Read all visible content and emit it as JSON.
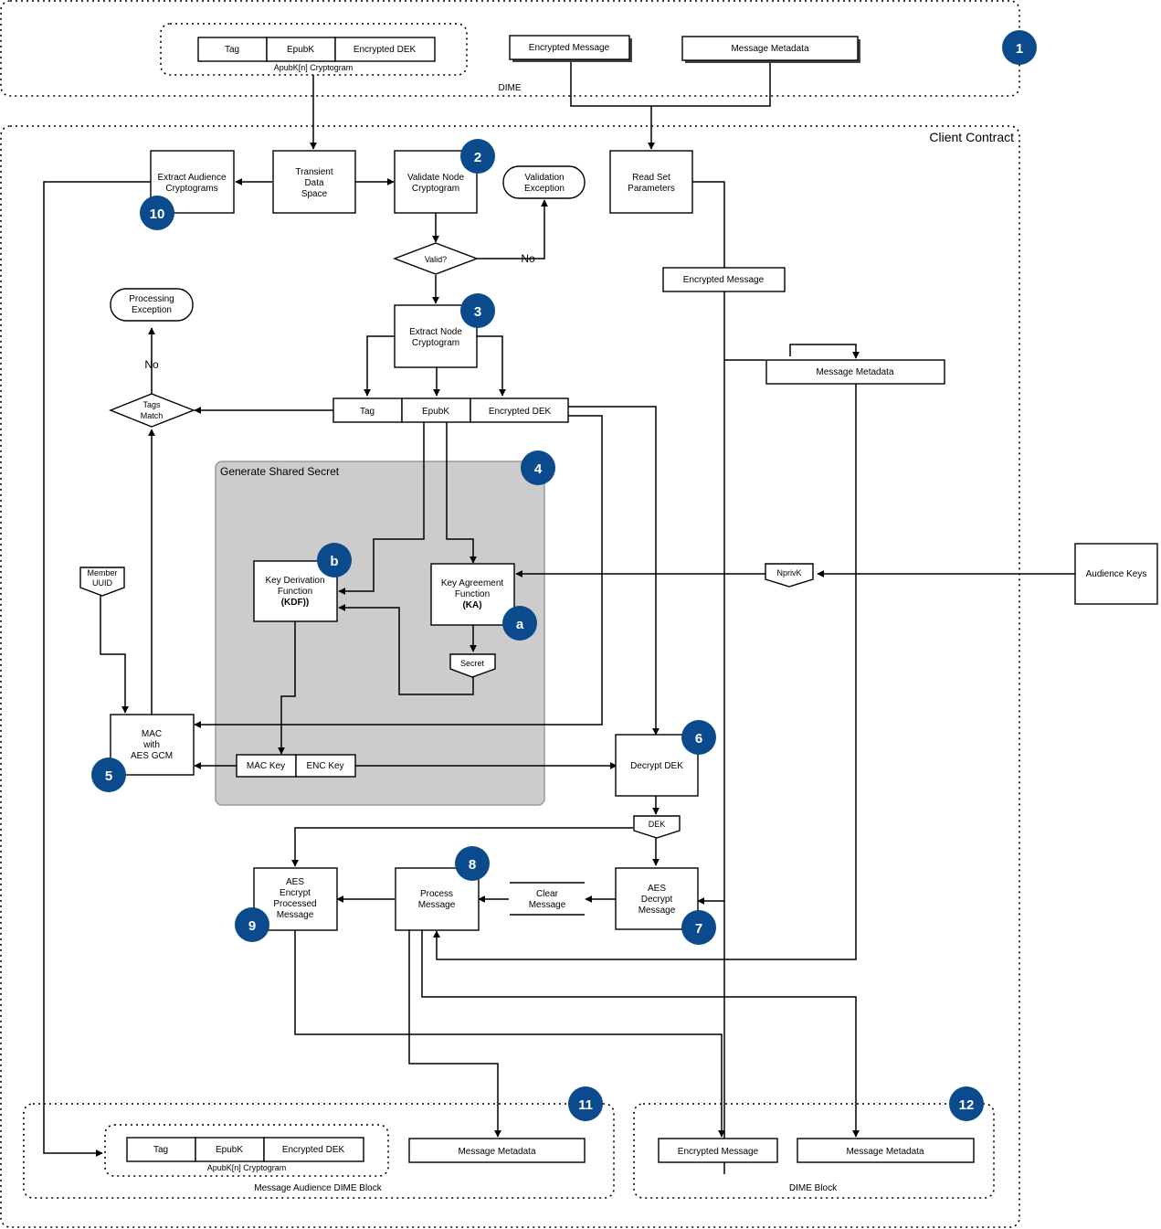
{
  "colors": {
    "badge": "#0b4a8c",
    "shared_secret_fill": "#cccccc",
    "line": "#000000"
  },
  "dime_top": {
    "label": "DIME",
    "cryptogram_fields": [
      "Tag",
      "EpubK",
      "Encrypted DEK"
    ],
    "cryptogram_caption": "ApubK[n] Cryptogram",
    "encrypted_message": "Encrypted Message",
    "message_metadata": "Message Metadata"
  },
  "client_contract": {
    "title": "Client Contract"
  },
  "nodes": {
    "extract_audience": [
      "Extract Audience",
      "Cryptograms"
    ],
    "transient": [
      "Transient",
      "Data",
      "Space"
    ],
    "validate_node": [
      "Validate Node",
      "Cryptogram"
    ],
    "validation_exception": [
      "Validation",
      "Exception"
    ],
    "read_set": [
      "Read Set",
      "Parameters"
    ],
    "valid_decision": "Valid?",
    "no_label_1": "No",
    "encrypted_message_mid": "Encrypted Message",
    "processing_exception": [
      "Processing",
      "Exception"
    ],
    "extract_node": [
      "Extract Node",
      "Cryptogram"
    ],
    "message_metadata_mid": "Message Metadata",
    "no_label_2": "No",
    "tags_match": [
      "Tags",
      "Match"
    ],
    "node_fields": [
      "Tag",
      "EpubK",
      "Encrypted DEK"
    ],
    "shared_secret_title": "Generate Shared Secret",
    "member_uuid": [
      "Member",
      "UUID"
    ],
    "kdf": [
      "Key Derivation",
      "Function",
      "(KDF))"
    ],
    "ka": [
      "Key Agreement",
      "Function",
      "(KA)"
    ],
    "nprivk": "NprivK",
    "audience_keys": "Audience Keys",
    "secret": "Secret",
    "mac": [
      "MAC",
      "with",
      "AES GCM"
    ],
    "mac_key": "MAC Key",
    "enc_key": "ENC Key",
    "decrypt_dek": "Decrypt DEK",
    "dek": "DEK",
    "aes_encrypt": [
      "AES",
      "Encrypt",
      "Processed",
      "Message"
    ],
    "process_message": [
      "Process",
      "Message"
    ],
    "clear_message": [
      "Clear",
      "Message"
    ],
    "aes_decrypt": [
      "AES",
      "Decrypt",
      "Message"
    ]
  },
  "bottom": {
    "audience_block_label": "Message Audience DIME Block",
    "cryptogram_fields": [
      "Tag",
      "EpubK",
      "Encrypted DEK"
    ],
    "cryptogram_caption": "ApubK[n] Cryptogram",
    "message_metadata_1": "Message Metadata",
    "dime_block_label": "DIME Block",
    "encrypted_message": "Encrypted Message",
    "message_metadata_2": "Message Metadata"
  },
  "badges": [
    "1",
    "2",
    "3",
    "4",
    "5",
    "6",
    "7",
    "8",
    "9",
    "10",
    "11",
    "12",
    "a",
    "b"
  ]
}
